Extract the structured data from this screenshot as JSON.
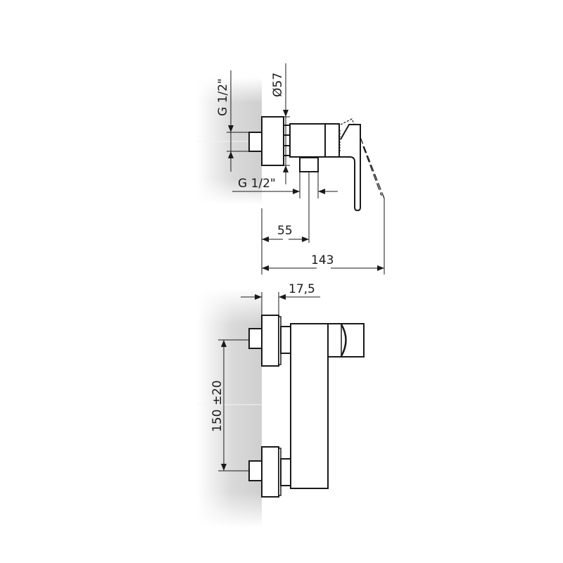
{
  "drawing": {
    "title": "Wall-mounted shower mixer dimension drawing",
    "colors": {
      "line": "#1a1a1a",
      "wall_shade": "#c8c8c8",
      "background": "#ffffff"
    },
    "top_view": {
      "dimensions": {
        "inlet_thread_vertical": "G 1/2\"",
        "escutcheon_diameter": "Ø57",
        "outlet_thread_horizontal": "G 1/2\"",
        "outlet_offset": "55",
        "total_depth": "143"
      }
    },
    "front_view": {
      "dimensions": {
        "escutcheon_depth": "17,5",
        "inlet_spacing": "150 ±20"
      }
    }
  }
}
